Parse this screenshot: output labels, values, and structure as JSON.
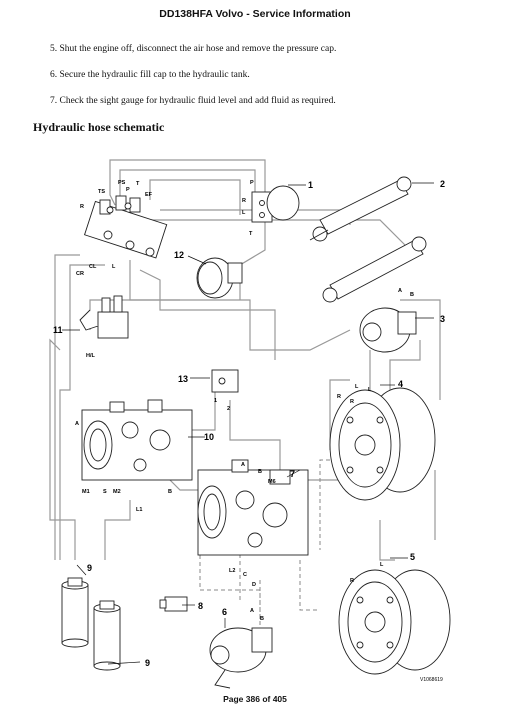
{
  "header": {
    "title": "DD138HFA Volvo - Service Information"
  },
  "steps": [
    "5. Shut the engine off, disconnect the air hose and remove the pressure cap.",
    "6. Secure the hydraulic fill cap to the hydraulic tank.",
    "7. Check the sight gauge for hydraulic fluid level and add fluid as required."
  ],
  "section_title": "Hydraulic hose schematic",
  "callouts": [
    "1",
    "2",
    "3",
    "4",
    "5",
    "6",
    "7",
    "8",
    "9",
    "9",
    "10",
    "11",
    "12",
    "13"
  ],
  "ports": {
    "valve": [
      "PS",
      "P",
      "T",
      "TS",
      "EF",
      "R",
      "CL",
      "L",
      "CR"
    ],
    "block1": [
      "P",
      "R",
      "L",
      "T"
    ],
    "pump3": [
      "A",
      "B"
    ],
    "valve11": [
      "H/L"
    ],
    "block13": [
      "1",
      "2"
    ],
    "pump10": [
      "A",
      "M1",
      "S",
      "M2",
      "B",
      "L1"
    ],
    "motor4": [
      "L",
      "L",
      "R",
      "R"
    ],
    "pump7": [
      "A",
      "B",
      "M6",
      "L2",
      "C",
      "D"
    ],
    "motor5": [
      "L",
      "R"
    ],
    "pump6": [
      "A",
      "B"
    ]
  },
  "figure_ref": "V1068619",
  "footer": {
    "page": "Page 386 of 405"
  }
}
